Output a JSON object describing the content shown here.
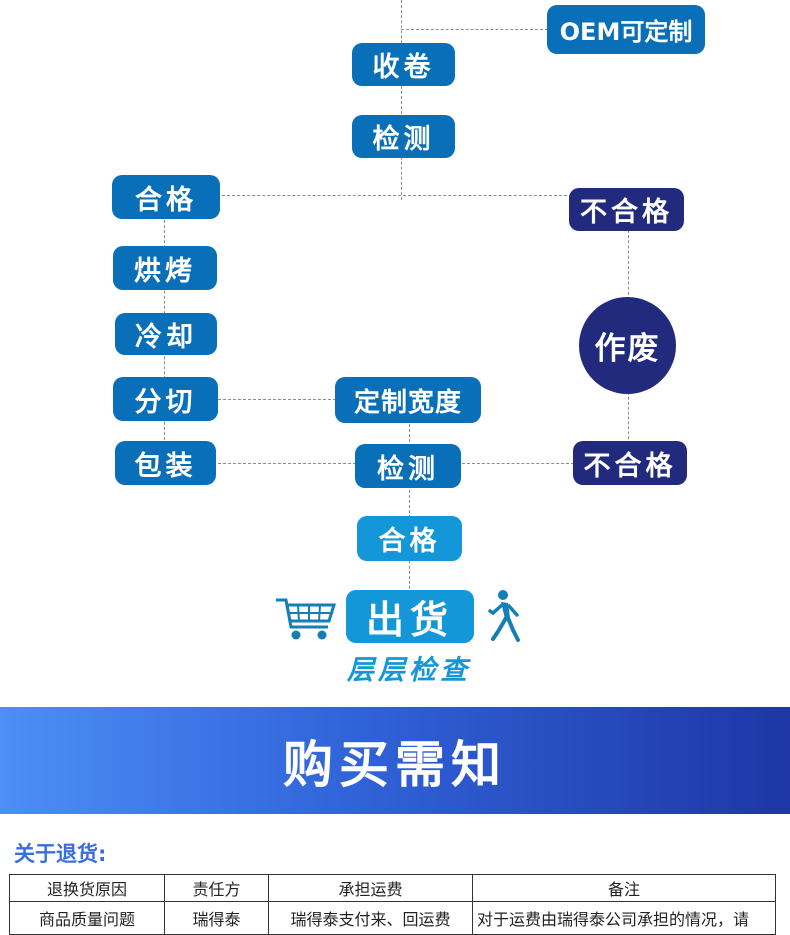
{
  "flow": {
    "oem": "OEM可定制",
    "roll": "收卷",
    "inspect_1": "检测",
    "pass_1": "合格",
    "fail_1": "不合格",
    "bake": "烘烤",
    "cool": "冷却",
    "cut": "分切",
    "custom_width": "定制宽度",
    "pack": "包装",
    "inspect_2": "检测",
    "fail_2": "不合格",
    "scrap": "作废",
    "pass_2": "合格",
    "ship": "出货",
    "layer_check": "层层检查"
  },
  "icons": {
    "cart": "shopping-cart-icon",
    "walker": "walking-person-icon"
  },
  "colors": {
    "blue": "#0a6fb9",
    "light_blue": "#1497d8",
    "navy": "#222a7e",
    "banner_start": "#4d8ef7",
    "banner_end": "#1e36a6",
    "heading": "#3a6ee0"
  },
  "banner": {
    "title": "购买需知"
  },
  "returns": {
    "title": "关于退货:",
    "headers": [
      "退换货原因",
      "责任方",
      "承担运费",
      "备注"
    ],
    "rows": [
      [
        "商品质量问题",
        "瑞得泰",
        "瑞得泰支付来、回运费",
        "对于运费由瑞得泰公司承担的情况，请"
      ]
    ]
  }
}
